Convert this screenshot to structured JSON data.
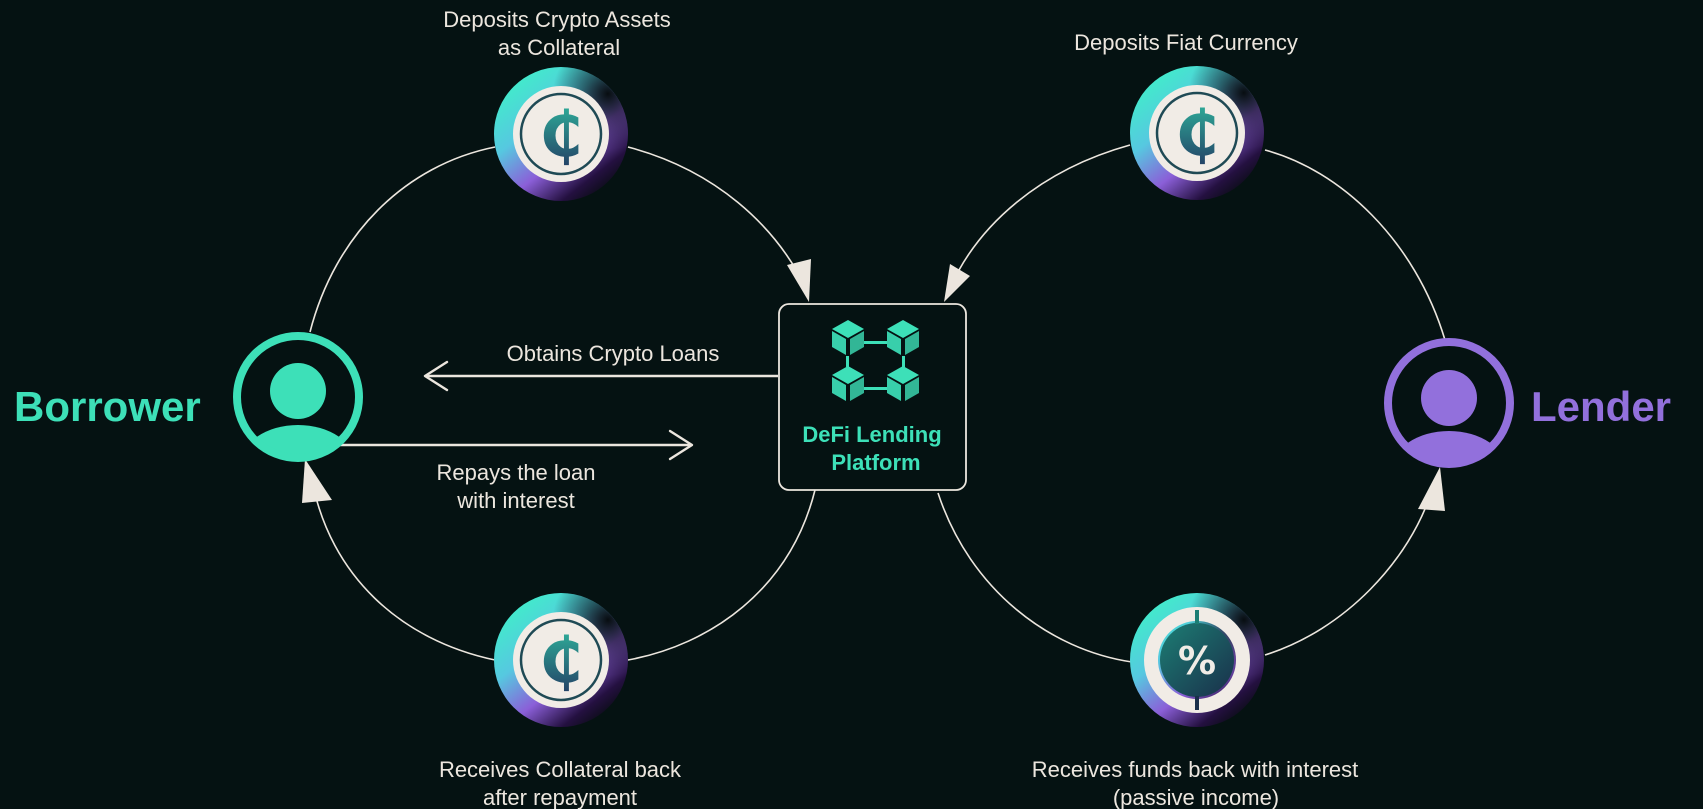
{
  "colors": {
    "background": "#051212",
    "line": "#ece6de",
    "borrower": "#3de0b8",
    "lender": "#9270dc",
    "coin_face": "#f1ece6",
    "coin_symbol": "#1f5f63"
  },
  "borrower": {
    "label": "Borrower",
    "icon": "user-icon"
  },
  "lender": {
    "label": "Lender",
    "icon": "user-icon"
  },
  "platform": {
    "line1": "DeFi Lending",
    "line2": "Platform",
    "icon": "blockchain-cubes-icon"
  },
  "steps": {
    "deposit_crypto": {
      "line1": "Deposits Crypto Assets",
      "line2": "as Collateral",
      "icon": "crypto-coin-icon",
      "glyph": "₵"
    },
    "deposit_fiat": {
      "line1": "Deposits Fiat Currency",
      "icon": "crypto-coin-icon",
      "glyph": "₵"
    },
    "obtain_loans": {
      "line1": "Obtains Crypto Loans"
    },
    "repay": {
      "line1": "Repays the loan",
      "line2": "with interest"
    },
    "collateral_back": {
      "line1": "Receives Collateral back",
      "line2": "after repayment",
      "icon": "crypto-coin-icon",
      "glyph": "₵"
    },
    "funds_back": {
      "line1": "Receives funds back with interest",
      "line2": "(passive income)",
      "icon": "percent-coin-icon",
      "glyph": "%"
    }
  }
}
